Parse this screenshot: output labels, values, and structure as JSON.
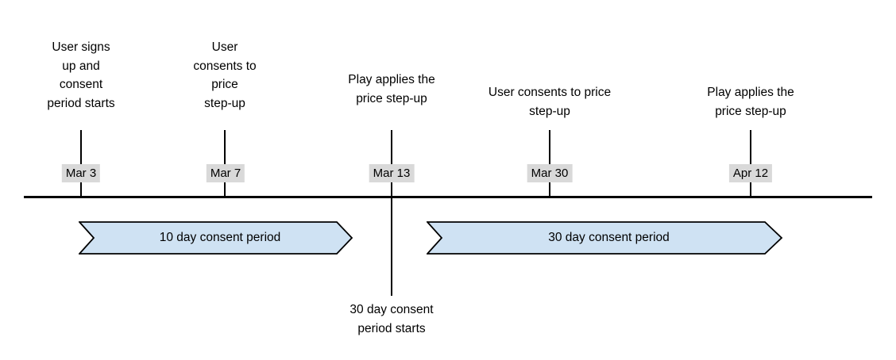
{
  "colors": {
    "background": "#ffffff",
    "text": "#000000",
    "line": "#000000",
    "arrow_fill": "#cfe2f3",
    "arrow_border": "#000000",
    "date_chip_bg": "#d9d9d9"
  },
  "timeline": {
    "events": [
      {
        "date": "Mar 3",
        "label": "User signs\nup and\nconsent\nperiod starts"
      },
      {
        "date": "Mar 7",
        "label": "User\nconsents to\nprice\nstep-up"
      },
      {
        "date": "Mar 13",
        "label": "Play applies the\nprice step-up"
      },
      {
        "date": "Mar 30",
        "label": "User consents to price\nstep-up"
      },
      {
        "date": "Apr 12",
        "label": "Play applies the\nprice step-up"
      }
    ],
    "periods": [
      {
        "label": "10 day consent period"
      },
      {
        "label": "30 day consent period"
      }
    ],
    "note": "30 day consent\nperiod starts"
  }
}
